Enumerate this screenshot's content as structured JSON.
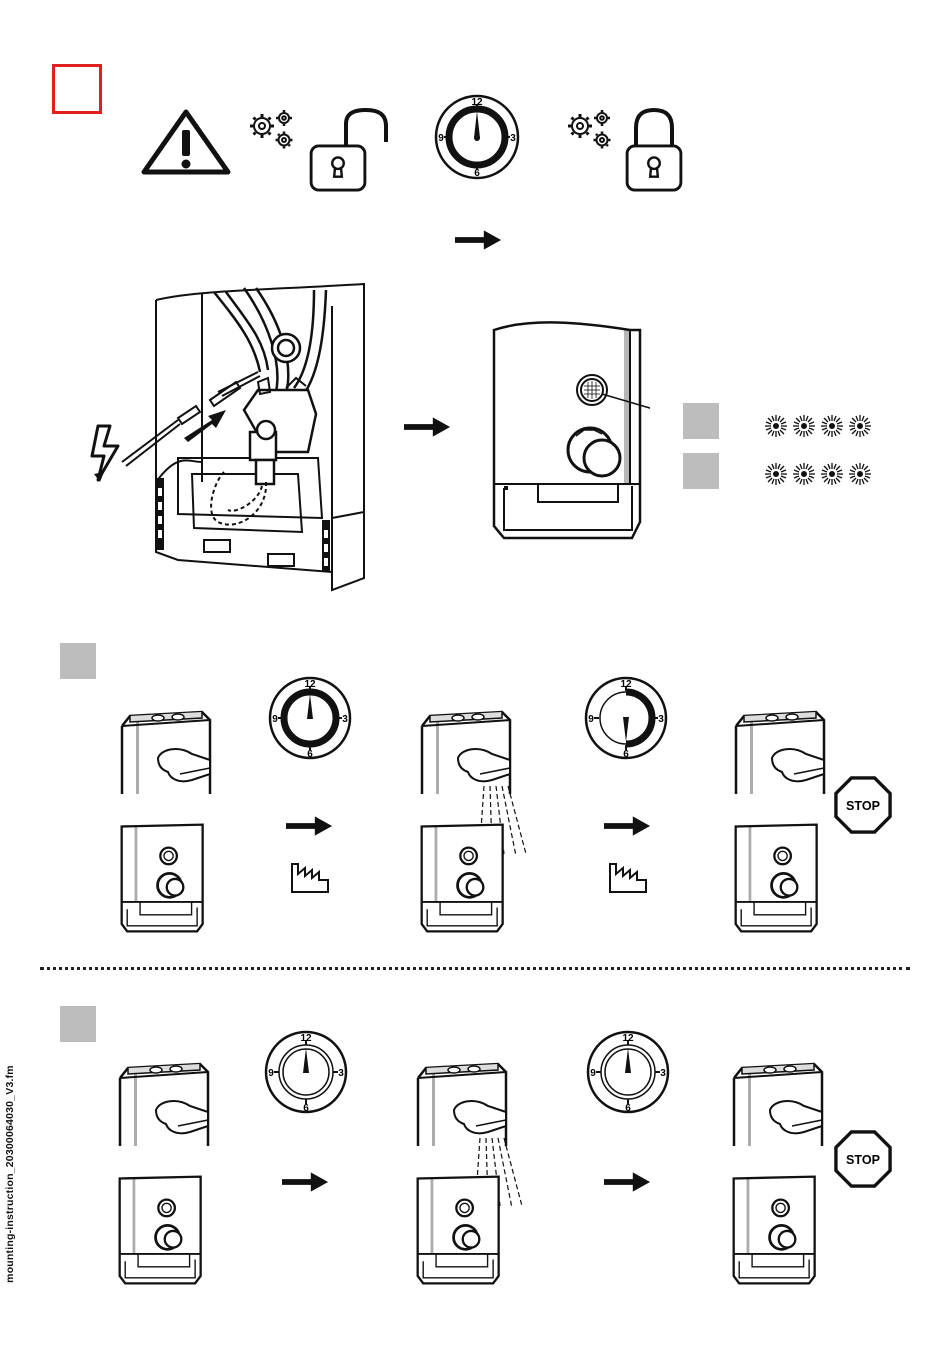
{
  "clock_labels": {
    "twelve": "12",
    "three": "3",
    "six": "6",
    "nine": "9"
  },
  "stop_label": "STOP",
  "file_label": "mounting-instruction_20300064030_V3.fm",
  "colors": {
    "step_box": "#e0201e",
    "step_gray": "#bdbdbd",
    "ink": "#111111"
  }
}
